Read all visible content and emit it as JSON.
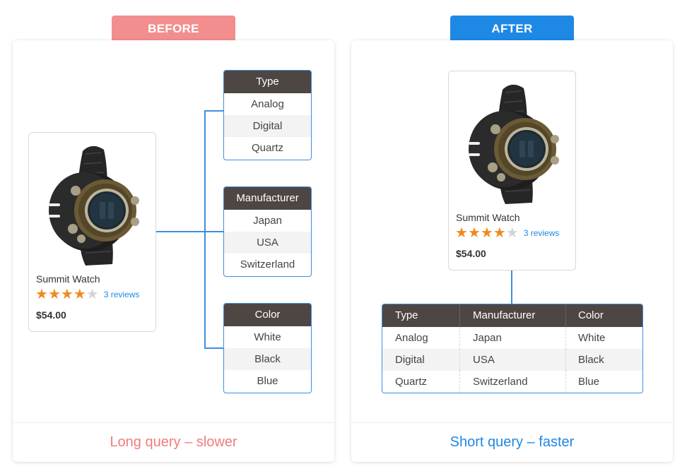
{
  "before": {
    "tab_label": "BEFORE",
    "caption": "Long query – slower",
    "product": {
      "name": "Summit Watch",
      "rating": 4,
      "max_rating": 5,
      "reviews": "3 reviews",
      "price": "$54.00"
    },
    "tables": [
      {
        "header": "Type",
        "rows": [
          "Analog",
          "Digital",
          "Quartz"
        ]
      },
      {
        "header": "Manufacturer",
        "rows": [
          "Japan",
          "USA",
          "Switzerland"
        ]
      },
      {
        "header": "Color",
        "rows": [
          "White",
          "Black",
          "Blue"
        ]
      }
    ]
  },
  "after": {
    "tab_label": "AFTER",
    "caption": "Short query – faster",
    "product": {
      "name": "Summit Watch",
      "rating": 4,
      "max_rating": 5,
      "reviews": "3 reviews",
      "price": "$54.00"
    },
    "table": {
      "headers": [
        "Type",
        "Manufacturer",
        "Color"
      ],
      "rows": [
        [
          "Analog",
          "Japan",
          "White"
        ],
        [
          "Digital",
          "USA",
          "Black"
        ],
        [
          "Quartz",
          "Switzerland",
          "Blue"
        ]
      ]
    }
  },
  "colors": {
    "before_accent": "#f38e8e",
    "after_accent": "#1e88e5",
    "connector": "#3d8fe0",
    "table_header": "#4e4643",
    "star": "#ef8a1e"
  },
  "icons": {
    "product_image": "watch-icon",
    "rating": "star-icon"
  }
}
